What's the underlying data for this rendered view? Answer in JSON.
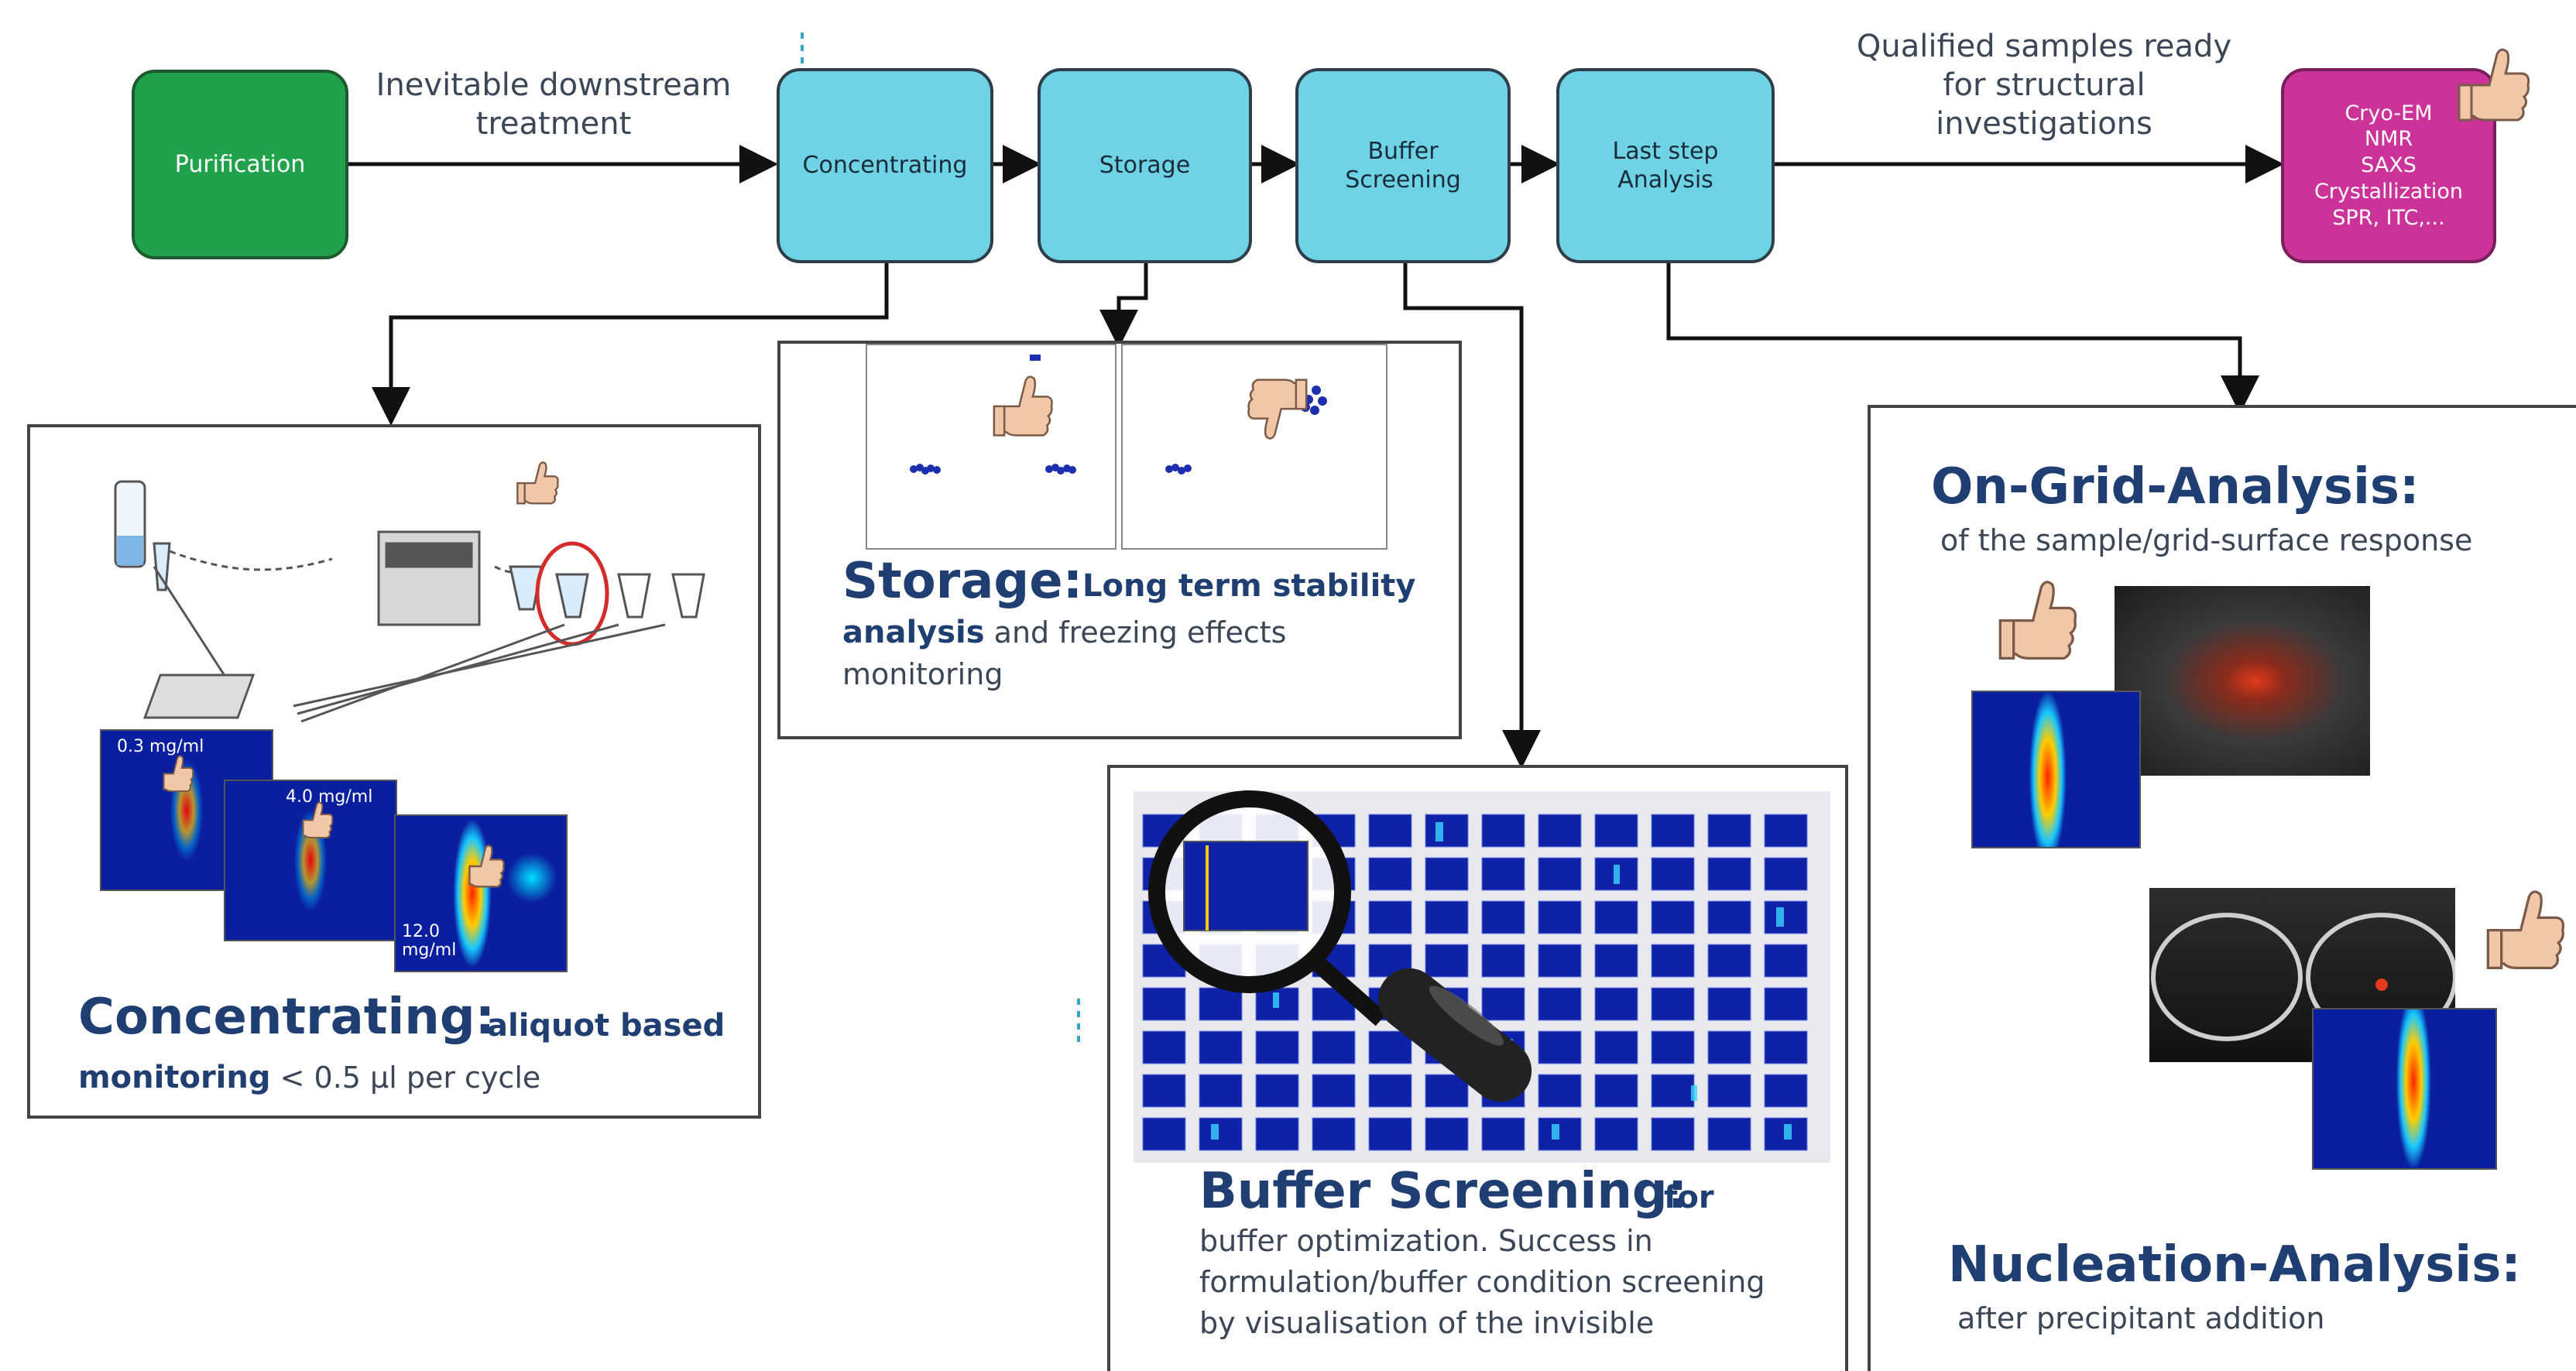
{
  "flow": {
    "nodes": {
      "purification": "Purification",
      "concentrating": "Concentrating",
      "storage": "Storage",
      "buffer": "Buffer\nScreening",
      "last": "Last step\nAnalysis",
      "methods": "Cryo-EM\nNMR\nSAXS\nCrystallization\nSPR, ITC,..."
    },
    "label_downstream": "Inevitable downstream\ntreatment",
    "label_qualified": "Qualified samples ready\nfor structural\ninvestigations"
  },
  "panels": {
    "concentrating": {
      "title": "Concentrating:",
      "desc_bold": "aliquot based",
      "desc_bold2": "monitoring",
      "desc_rest": "< 0.5 µl per cycle",
      "labels": {
        "c1": "0.3 mg/ml",
        "c2": "4.0 mg/ml",
        "c3": "12.0\nmg/ml"
      }
    },
    "storage": {
      "title": "Storage:",
      "desc_bold": "Long term stability",
      "desc_bold2": "analysis",
      "desc_rest": "and freezing effects\nmonitoring"
    },
    "buffer": {
      "title": "Buffer Screening:",
      "desc_bold": "for",
      "desc_rest": "buffer optimization. Success in\nformulation/buffer condition screening\nby visualisation  of the invisible"
    },
    "ongrid": {
      "title": "On-Grid-Analysis:",
      "subtitle": "of the sample/grid-surface response"
    },
    "nucleation": {
      "title": "Nucleation-Analysis:",
      "subtitle": "after precipitant addition"
    }
  },
  "colors": {
    "green": "#1fa24a",
    "cyan": "#6fd3e6",
    "magenta": "#cc3399",
    "title_blue": "#1f3e72"
  },
  "icons": [
    "thumbs-up-icon",
    "thumbs-down-icon",
    "magnifier-icon"
  ]
}
